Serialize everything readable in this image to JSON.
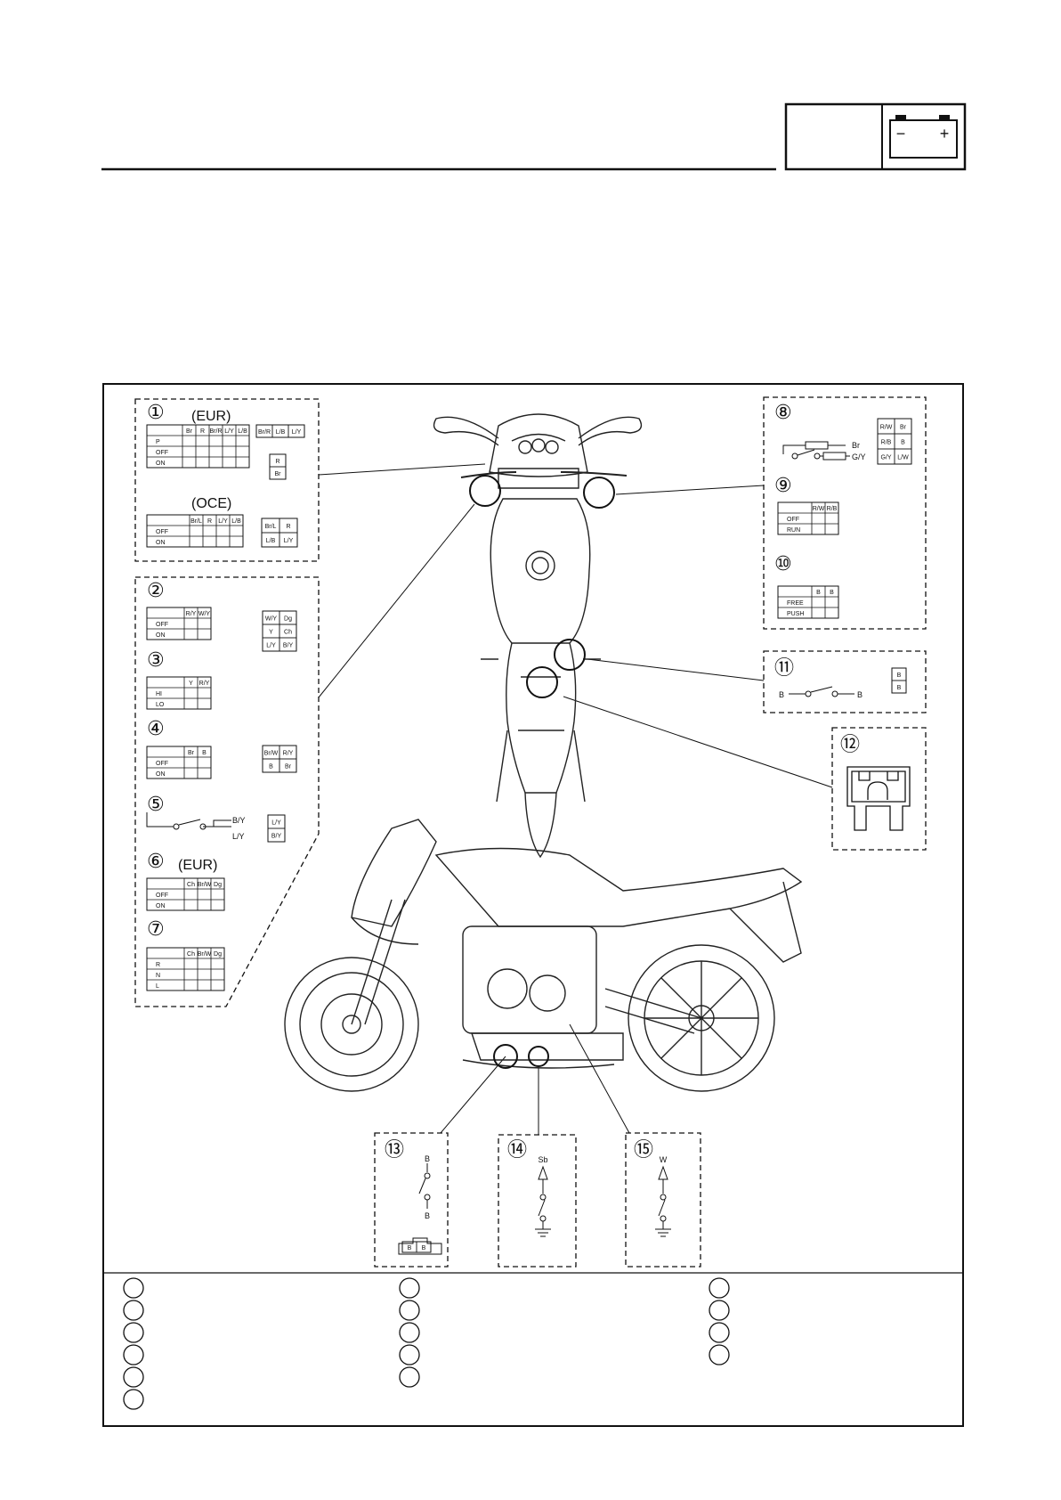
{
  "callouts": [
    {
      "symbol": "①",
      "tag": "(EUR)"
    },
    {
      "symbol": "",
      "tag": "(OCE)"
    },
    {
      "symbol": "②",
      "tag": ""
    },
    {
      "symbol": "③",
      "tag": ""
    },
    {
      "symbol": "④",
      "tag": ""
    },
    {
      "symbol": "⑤",
      "tag": ""
    },
    {
      "symbol": "⑥",
      "tag": "(EUR)"
    },
    {
      "symbol": "⑦",
      "tag": ""
    },
    {
      "symbol": "⑧",
      "tag": ""
    },
    {
      "symbol": "⑨",
      "tag": ""
    },
    {
      "symbol": "⑩",
      "tag": ""
    },
    {
      "symbol": "⑪",
      "tag": ""
    },
    {
      "symbol": "⑫",
      "tag": ""
    },
    {
      "symbol": "⑬",
      "tag": ""
    },
    {
      "symbol": "⑭",
      "tag": ""
    },
    {
      "symbol": "⑮",
      "tag": ""
    }
  ],
  "tables": {
    "t1_eur": {
      "headers": [
        "Br",
        "R",
        "Br/R",
        "L/Y",
        "L/B"
      ],
      "rows": [
        "P",
        "OFF",
        "ON"
      ]
    },
    "t1_oce": {
      "headers": [
        "Br/L",
        "R",
        "L/Y",
        "L/B"
      ],
      "rows": [
        "OFF",
        "ON"
      ]
    },
    "t2": {
      "headers": [
        "R/Y",
        "W/Y"
      ],
      "rows": [
        "OFF",
        "ON"
      ]
    },
    "t3": {
      "headers": [
        "Y",
        "R/Y"
      ],
      "rows": [
        "HI",
        "LO"
      ]
    },
    "t4": {
      "headers": [
        "Br",
        "B"
      ],
      "rows": [
        "OFF",
        "ON"
      ]
    },
    "t6": {
      "headers": [
        "Ch",
        "Br/W",
        "Dg"
      ],
      "rows": [
        "OFF",
        "ON"
      ]
    },
    "t7": {
      "headers": [
        "Ch",
        "Br/W",
        "Dg"
      ],
      "rows": [
        "R",
        "N",
        "L"
      ]
    },
    "t9": {
      "headers": [
        "R/W",
        "R/B"
      ],
      "rows": [
        "OFF",
        "RUN"
      ]
    },
    "t10": {
      "headers": [
        "B",
        "B"
      ],
      "rows": [
        "FREE",
        "PUSH"
      ]
    }
  },
  "connectors": {
    "c1_eur_top": [
      "Br/R",
      "L/B",
      "L/Y"
    ],
    "c1_eur_bottom": [
      "R",
      "Br"
    ],
    "c1_oce": [
      "Br/L",
      "R",
      "L/B",
      "L/Y"
    ],
    "c2": [
      "W/Y",
      "Dg",
      "Y",
      "Ch",
      "L/Y",
      "B/Y"
    ],
    "c4": [
      "Br/W",
      "R/Y",
      "B",
      "Br"
    ],
    "c5": [
      "L/Y",
      "B/Y"
    ],
    "c8": [
      "R/W",
      "Br",
      "R/B",
      "B",
      "G/Y",
      "L/W"
    ],
    "c11": [
      "B",
      "B"
    ],
    "c13": [
      "B",
      "B"
    ]
  },
  "wires": {
    "w5_top": "B/Y",
    "w5_bottom": "L/Y",
    "w8_top": "Br",
    "w8_bottom": "G/Y",
    "w11_left": "B",
    "w11_right": "B",
    "w13_top": "B",
    "w13_bottom": "B",
    "w14": "Sb",
    "w15": "W"
  },
  "battery_icon": {
    "minus": "−",
    "plus": "+"
  },
  "legend_columns": [
    6,
    5,
    4
  ]
}
